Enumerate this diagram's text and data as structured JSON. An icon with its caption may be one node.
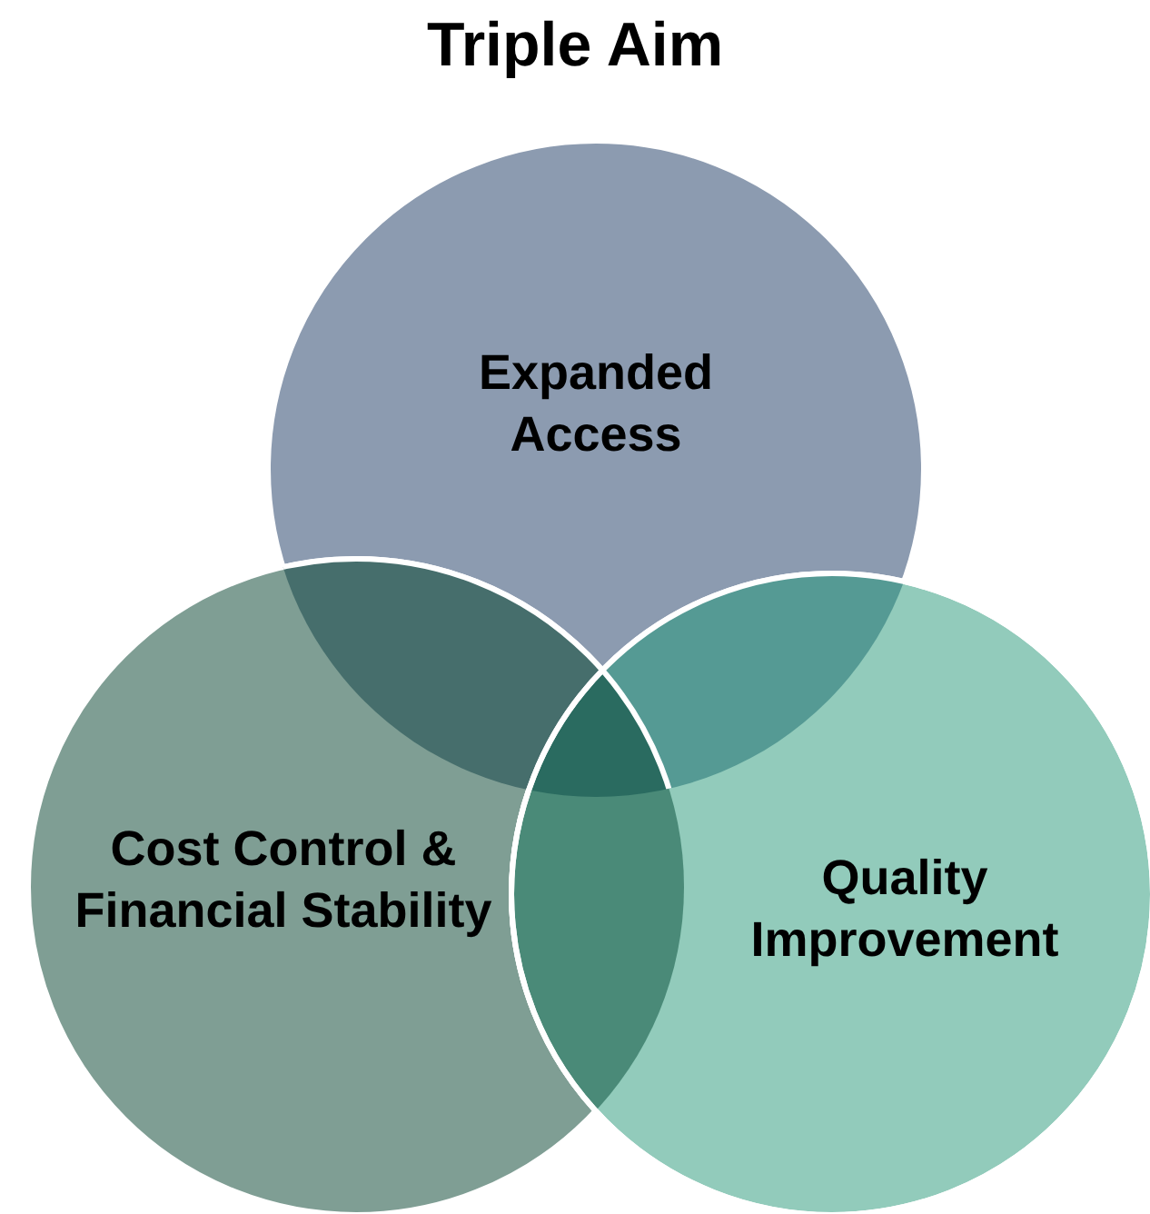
{
  "diagram": {
    "title": "Triple Aim",
    "nodes": [
      {
        "text": [
          "Expanded Access"
        ]
      },
      {
        "text": [
          "Cost Control & Financial Stability"
        ]
      },
      {
        "text": [
          "Quality Improvement"
        ]
      }
    ]
  }
}
